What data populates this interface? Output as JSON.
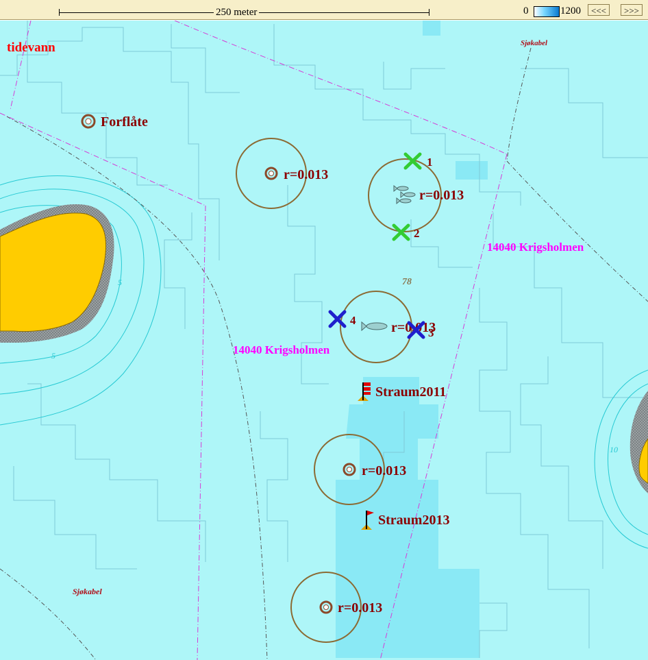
{
  "toolbar": {
    "scale_label": "250 meter",
    "legend_min": "0",
    "legend_max": "1200",
    "nav_back": "<<<",
    "nav_forward": ">>>"
  },
  "colors": {
    "sea_shallow": "#aef6f8",
    "sea_deep": "#8ae9f5",
    "land": "#ffcc00",
    "station_label": "#8b0000",
    "area_label": "#ff00ff"
  },
  "map": {
    "top_left_label": "tidevann",
    "cable_labels": [
      "Sjøkabel",
      "Sjøkabel"
    ],
    "area_labels": [
      "14040 Krigsholmen",
      "14040 Krigsholmen"
    ],
    "depth_labels": [
      "78",
      "5",
      "5",
      "10"
    ],
    "station_name": "Forflåte",
    "radius_labels": [
      "r=0.013",
      "r=0.013",
      "r=0.013",
      "r=0.013",
      "r=0.013"
    ],
    "point_labels": [
      "1",
      "2",
      "4",
      "3"
    ],
    "flags": [
      "Straum2011",
      "Straum2013"
    ]
  }
}
